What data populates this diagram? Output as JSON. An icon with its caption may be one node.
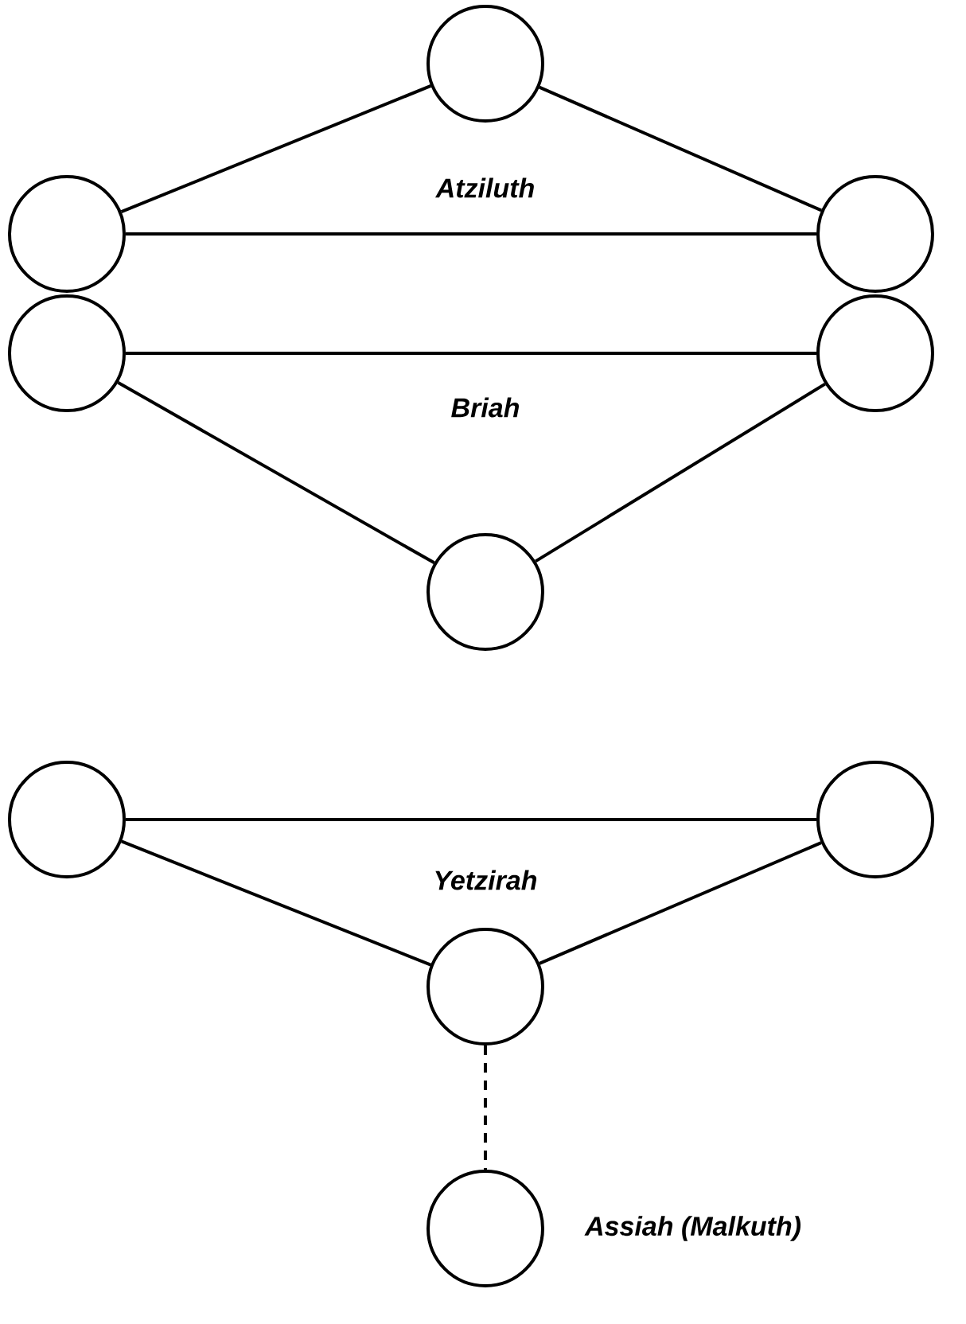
{
  "diagram": {
    "nodes": [
      {
        "text": [],
        "shape": "circle"
      },
      {
        "text": [],
        "shape": "circle"
      },
      {
        "text": [],
        "shape": "circle"
      },
      {
        "text": [],
        "shape": "circle"
      },
      {
        "text": [],
        "shape": "circle"
      },
      {
        "text": [],
        "shape": "circle"
      },
      {
        "text": [],
        "shape": "circle"
      },
      {
        "text": [],
        "shape": "circle"
      },
      {
        "text": [],
        "shape": "circle"
      },
      {
        "text": [],
        "shape": "circle",
        "beside": [
          "Assiah (Malkuth)"
        ]
      }
    ],
    "edges": [
      {
        "from": 0,
        "to": 1,
        "arrow": "none"
      },
      {
        "from": 0,
        "to": 2,
        "arrow": "none"
      },
      {
        "from": 1,
        "to": 2,
        "arrow": "none"
      },
      {
        "from": 3,
        "to": 4,
        "arrow": "none"
      },
      {
        "from": 3,
        "to": 5,
        "arrow": "none"
      },
      {
        "from": 4,
        "to": 5,
        "arrow": "none"
      },
      {
        "from": 6,
        "to": 7,
        "arrow": "none"
      },
      {
        "from": 6,
        "to": 8,
        "arrow": "none"
      },
      {
        "from": 7,
        "to": 8,
        "arrow": "none"
      },
      {
        "from": 8,
        "to": 9,
        "arrow": "none",
        "style": "dashed"
      }
    ],
    "labels": [
      "Atziluth",
      "Briah",
      "Yetzirah"
    ]
  }
}
